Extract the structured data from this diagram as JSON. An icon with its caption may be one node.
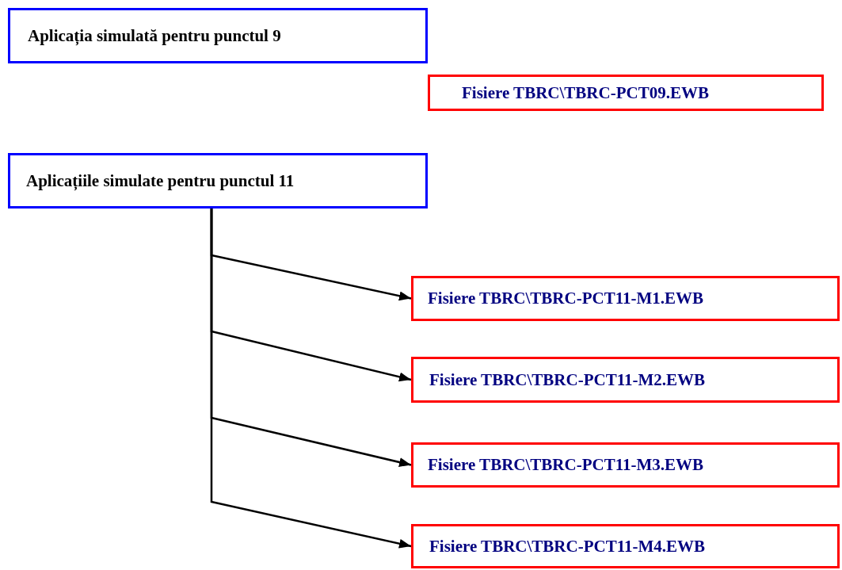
{
  "diagram": {
    "nodes": [
      {
        "text": [
          "Aplicația simulată pentru punctul 9"
        ]
      },
      {
        "text": [
          "Fisiere TBRC\\TBRC-PCT09.EWB"
        ]
      },
      {
        "text": [
          "Aplicațiile simulate pentru punctul 11"
        ]
      },
      {
        "text": [
          "Fisiere TBRC\\TBRC-PCT11-M1.EWB"
        ]
      },
      {
        "text": [
          "Fisiere TBRC\\TBRC-PCT11-M2.EWB"
        ]
      },
      {
        "text": [
          "Fisiere TBRC\\TBRC-PCT11-M3.EWB"
        ]
      },
      {
        "text": [
          "Fisiere TBRC\\TBRC-PCT11-M4.EWB"
        ]
      }
    ],
    "edges": [
      {
        "from": 2,
        "to": 3,
        "arrow": "to"
      },
      {
        "from": 2,
        "to": 4,
        "arrow": "to"
      },
      {
        "from": 2,
        "to": 5,
        "arrow": "to"
      },
      {
        "from": 2,
        "to": 6,
        "arrow": "to"
      }
    ]
  }
}
